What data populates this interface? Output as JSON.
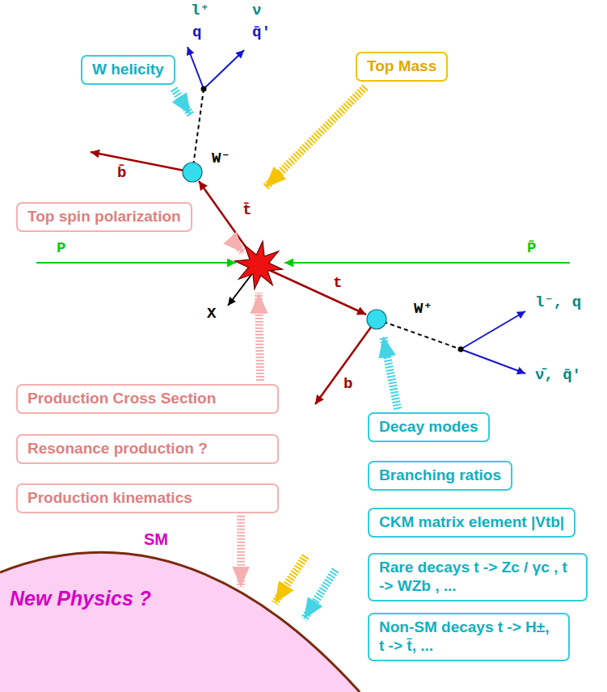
{
  "diagram": {
    "nodes": [
      {
        "text": [
          "W helicity"
        ]
      },
      {
        "text": [
          "Top Mass"
        ]
      },
      {
        "text": [
          "Top spin polarization"
        ]
      },
      {
        "text": [
          "Production Cross Section"
        ]
      },
      {
        "text": [
          "Resonance production ?"
        ]
      },
      {
        "text": [
          "Production kinematics"
        ]
      },
      {
        "text": [
          "Decay modes"
        ]
      },
      {
        "text": [
          "Branching ratios"
        ]
      },
      {
        "text": [
          "CKM matrix element |Vtb|"
        ]
      },
      {
        "text": [
          "Rare decays t -> Zc / γc , t -> WZb , ..."
        ]
      },
      {
        "text": [
          "Non-SM decays t -> H±, t -> t̃, ..."
        ]
      },
      {
        "text": [
          "SM",
          "New Physics ?"
        ]
      }
    ],
    "edges": [
      {
        "from": 5,
        "to": 11,
        "arrow": "to"
      }
    ],
    "labels": [
      "l⁺",
      "q",
      "ν",
      "q̄′",
      "W⁻",
      "b̄",
      "t̄",
      "P",
      "P̄",
      "X",
      "t",
      "W⁺",
      "b",
      "l⁻, q",
      "ν̄, q̄′"
    ]
  }
}
